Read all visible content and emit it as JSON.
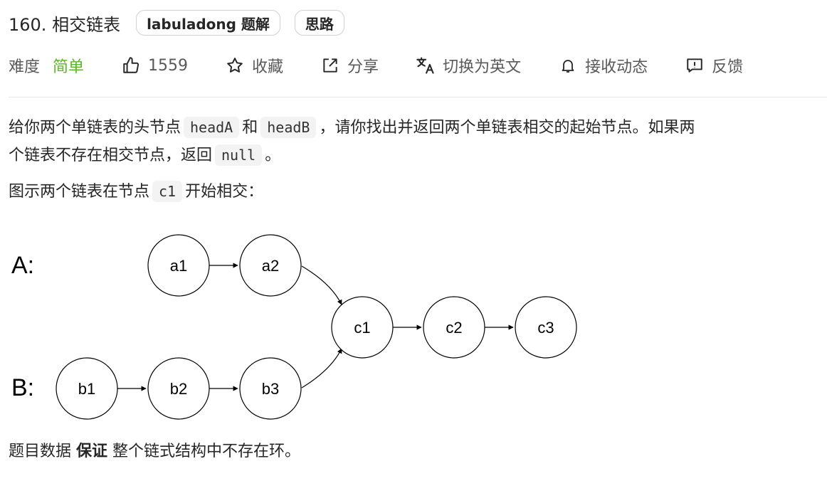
{
  "header": {
    "title": "160. 相交链表",
    "tags": [
      "labuladong 题解",
      "思路"
    ]
  },
  "meta": {
    "difficulty_label": "难度",
    "difficulty_value": "简单",
    "likes": "1559",
    "favorite_label": "收藏",
    "share_label": "分享",
    "switch_lang_label": "切换为英文",
    "notify_label": "接收动态",
    "feedback_label": "反馈",
    "difficulty_color": "#5ab726"
  },
  "description": {
    "p1_a": "给你两个单链表的头节点",
    "code_headA": "headA",
    "p1_b": "和",
    "code_headB": "headB",
    "p1_c": "，请你找出并返回两个单链表相交的起始节点。如果两",
    "p1_d": "个链表不存在相交节点，返回",
    "code_null": "null",
    "p1_e": "。",
    "p2_a": "图示两个链表在节点",
    "code_c1": "c1",
    "p2_b": "开始相交："
  },
  "diagram": {
    "label_a": "A:",
    "label_b": "B:",
    "nodes": {
      "a1": "a1",
      "a2": "a2",
      "b1": "b1",
      "b2": "b2",
      "b3": "b3",
      "c1": "c1",
      "c2": "c2",
      "c3": "c3"
    }
  },
  "footer": {
    "text_a": "题目数据",
    "bold": "保证",
    "text_b": "整个链式结构中不存在环。"
  }
}
